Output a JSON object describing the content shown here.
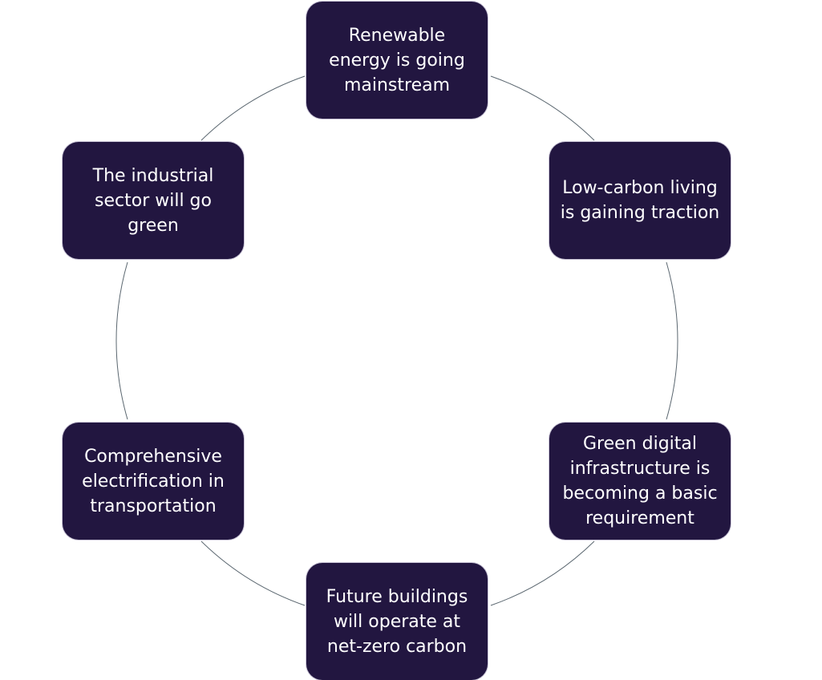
{
  "diagram": {
    "type": "cycle",
    "colors": {
      "node_fill": "#221640",
      "node_text": "#ffffff",
      "node_border": "#c9c4d6",
      "connector": "#5b6770"
    },
    "nodes": [
      {
        "label": "Renewable energy is going mainstream"
      },
      {
        "label": "Low-carbon living is gaining traction"
      },
      {
        "label": "Green digital infrastructure is becoming a basic requirement"
      },
      {
        "label": "Future buildings will operate at net-zero carbon"
      },
      {
        "label": "Comprehensive electrification in transportation"
      },
      {
        "label": "The industrial sector will go green"
      }
    ]
  }
}
